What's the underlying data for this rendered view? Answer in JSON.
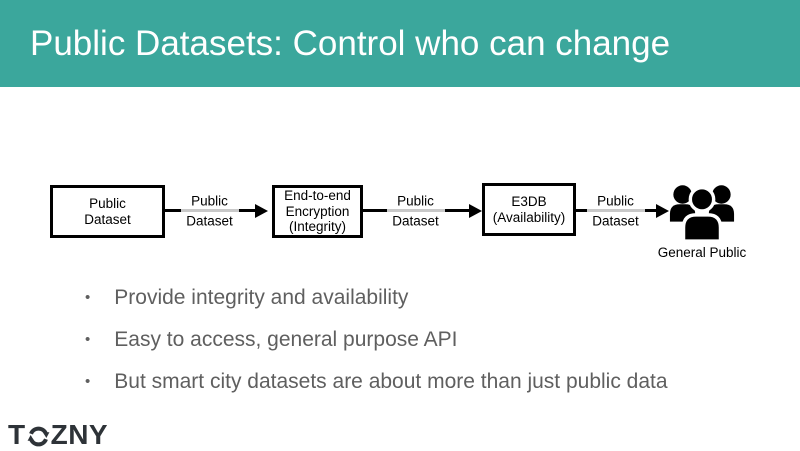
{
  "slide": {
    "title": "Public Datasets: Control who can change",
    "colors": {
      "header_bg": "#3BA79C",
      "title": "#ffffff",
      "body_text": "#5F5F5F",
      "diagram": "#000000",
      "connector_gray": "#C8C8C8",
      "logo": "#2E3338"
    }
  },
  "diagram": {
    "nodes": [
      {
        "id": "public-dataset",
        "lines": [
          "Public",
          "Dataset"
        ]
      },
      {
        "id": "e2e-encryption",
        "lines": [
          "End-to-end",
          "Encryption",
          "(Integrity)"
        ]
      },
      {
        "id": "e3db",
        "lines": [
          "E3DB",
          "(Availability)"
        ]
      }
    ],
    "connectors": [
      {
        "label_lines": [
          "Public",
          "Dataset"
        ]
      },
      {
        "label_lines": [
          "Public",
          "Dataset"
        ]
      },
      {
        "label_lines": [
          "Public",
          "Dataset"
        ]
      }
    ],
    "audience": {
      "icon": "people-group-icon",
      "label": "General Public"
    }
  },
  "bullets": [
    "Provide integrity and availability",
    "Easy to access, general purpose API",
    "But smart city datasets are about more than just public data"
  ],
  "logo": {
    "prefix": "T",
    "suffix": "ZNY",
    "o_icon": "circular-arrows-icon"
  }
}
